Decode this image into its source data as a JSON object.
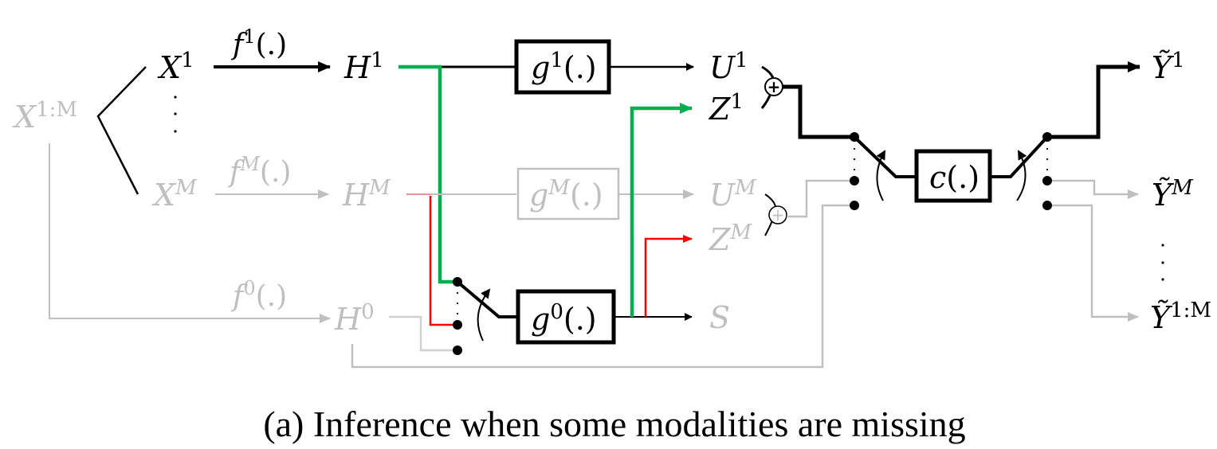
{
  "caption": "(a) Inference when some modalities are missing",
  "colors": {
    "active": "#000000",
    "inactive": "#bfbfbf",
    "green_path": "#00b050",
    "red_path": "#ff0000",
    "background": "#ffffff"
  },
  "nodes": {
    "x_all": {
      "base": "X",
      "sup": "1:M",
      "state": "inactive"
    },
    "x1": {
      "base": "X",
      "sup": "1",
      "state": "active"
    },
    "xM": {
      "base": "X",
      "sup": "M",
      "state": "inactive"
    },
    "h1": {
      "base": "H",
      "sup": "1",
      "state": "active"
    },
    "hM": {
      "base": "H",
      "sup": "M",
      "state": "inactive"
    },
    "h0": {
      "base": "H",
      "sup": "0",
      "state": "inactive"
    },
    "u1": {
      "base": "U",
      "sup": "1",
      "state": "active"
    },
    "z1": {
      "base": "Z",
      "sup": "1",
      "state": "active"
    },
    "uM": {
      "base": "U",
      "sup": "M",
      "state": "inactive"
    },
    "zM": {
      "base": "Z",
      "sup": "M",
      "state": "inactive"
    },
    "s": {
      "base": "S",
      "sup": "",
      "state": "inactive"
    },
    "y1": {
      "base": "Ỹ",
      "sup": "1",
      "state": "active"
    },
    "yM": {
      "base": "Ỹ",
      "sup": "M",
      "state": "active"
    },
    "y_all": {
      "base": "Ỹ",
      "sup": "1:M",
      "state": "active"
    }
  },
  "functions": {
    "f1": {
      "base": "f",
      "sup": "1",
      "arg": "(.)",
      "state": "active"
    },
    "fM": {
      "base": "f",
      "sup": "M",
      "arg": "(.)",
      "state": "inactive"
    },
    "f0": {
      "base": "f",
      "sup": "0",
      "arg": "(.)",
      "state": "inactive"
    }
  },
  "blocks": {
    "g1": {
      "base": "g",
      "sup": "1",
      "arg": "(.)",
      "state": "active"
    },
    "gM": {
      "base": "g",
      "sup": "M",
      "arg": "(.)",
      "state": "inactive"
    },
    "g0": {
      "base": "g",
      "sup": "0",
      "arg": "(.)",
      "state": "active"
    },
    "c": {
      "base": "c",
      "sup": "",
      "arg": "(.)",
      "state": "active"
    }
  },
  "symbols": {
    "sum": "+",
    "ellipsis": "⋮"
  }
}
